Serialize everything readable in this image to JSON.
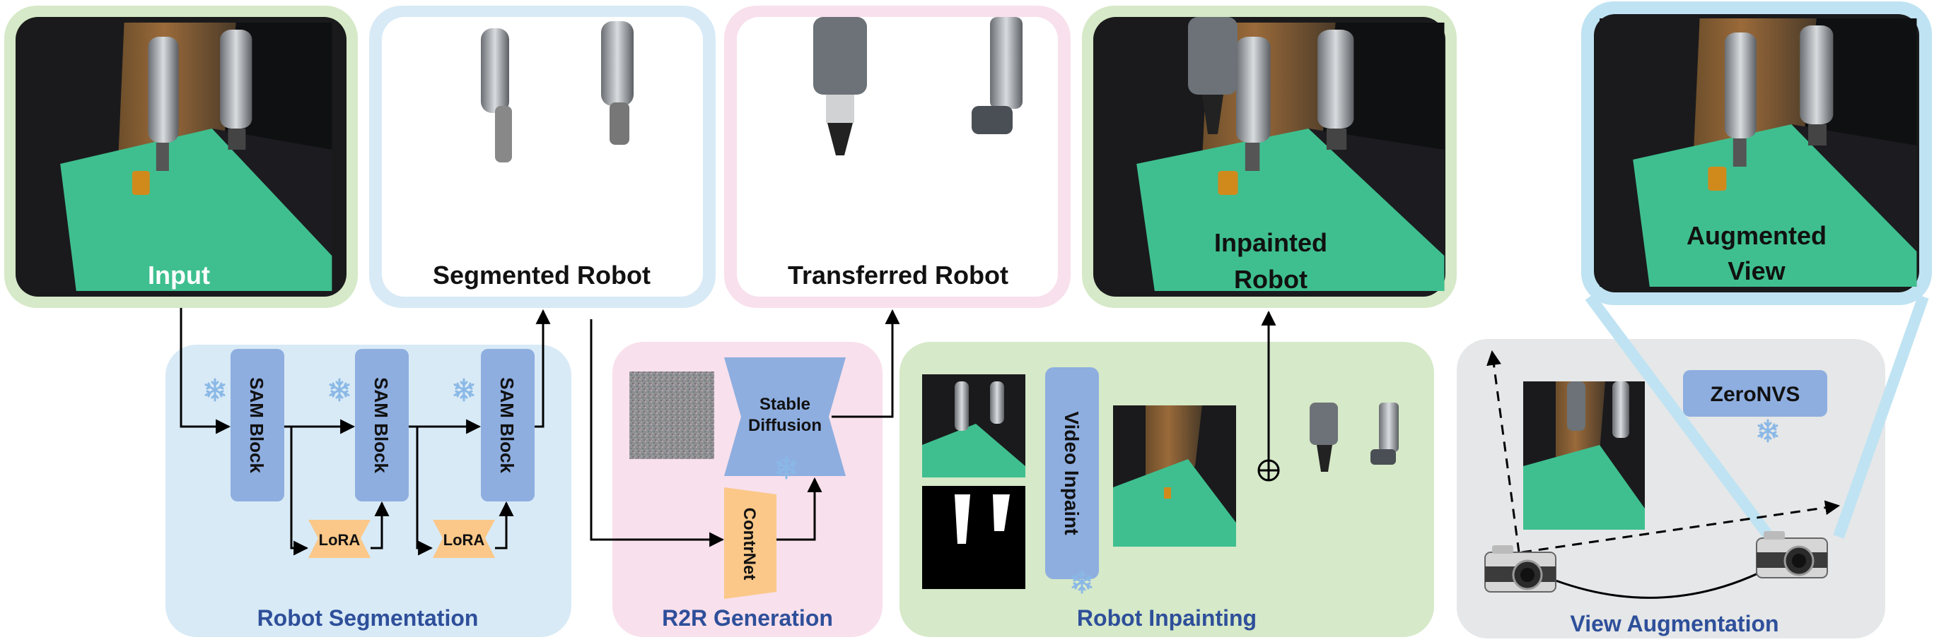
{
  "panels": {
    "input": "Input",
    "segmented": "Segmented Robot",
    "transferred": "Transferred Robot",
    "inpainted_line1": "Inpainted",
    "inpainted_line2": "Robot",
    "augmented_line1": "Augmented",
    "augmented_line2": "View"
  },
  "stages": {
    "segmentation": {
      "title": "Robot Segmentation",
      "sam_block": "SAM Block",
      "lora": "LoRA"
    },
    "r2r": {
      "title": "R2R Generation",
      "stable_diffusion_line1": "Stable",
      "stable_diffusion_line2": "Diffusion",
      "controlnet": "ContrNet"
    },
    "inpainting": {
      "title": "Robot Inpainting",
      "video_inpaint": "Video Inpaint"
    },
    "view_aug": {
      "title": "View Augmentation",
      "zeronvs": "ZeroNVS"
    }
  },
  "icons": {
    "frozen": "snowflake-icon",
    "add": "plus-circle-icon",
    "camera": "camera-icon"
  },
  "colors": {
    "green_frame": "#d6e9c8",
    "blue_frame": "#d8eaf6",
    "pink_frame": "#f8e0ec",
    "gray_panel": "#e5e7e8",
    "cyan_frame": "#bfe3f2",
    "block_blue": "#8eaee0",
    "block_orange": "#fbc889",
    "title_blue": "#2e4f9a",
    "table_green": "#3fbf8f"
  }
}
